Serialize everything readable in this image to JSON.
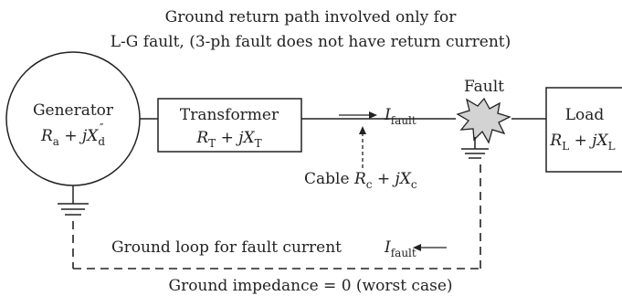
{
  "diagram": {
    "caption_line1": "Ground return path involved only for",
    "caption_line2": "L-G fault, (3-ph fault does not have return current)",
    "generator": {
      "name": "Generator"
    },
    "transformer": {
      "name": "Transformer"
    },
    "load": {
      "name": "Load"
    },
    "fault_label": "Fault",
    "fault_current": {
      "symbol": "I",
      "subscript": "fault"
    },
    "cable": {
      "label": "Cable"
    },
    "ground_loop_label": "Ground loop for fault current",
    "ground_impedance_label": "Ground impedance = 0 (worst case)",
    "colors": {
      "line": "#222222",
      "fault_fill": "#d3d3d3",
      "background": "#ffffff"
    }
  }
}
